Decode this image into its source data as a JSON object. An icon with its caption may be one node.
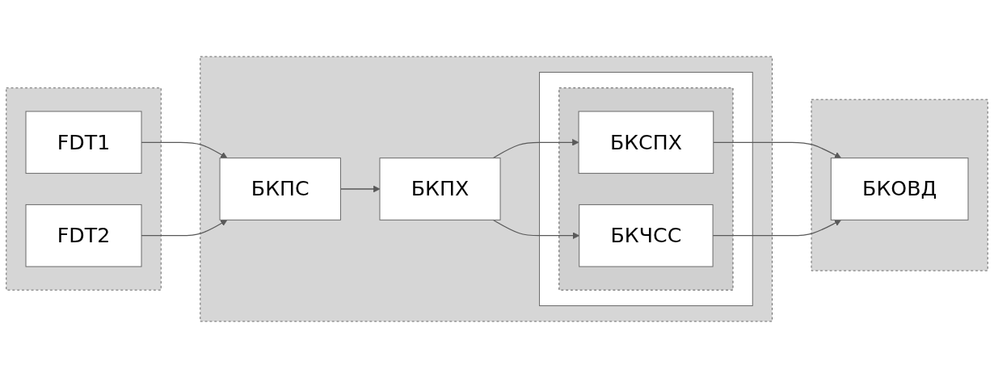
{
  "diagram": {
    "nodes": [
      {
        "text": [],
        "shape": "box"
      },
      {
        "text": [
          "FDT1"
        ],
        "in": 0
      },
      {
        "text": [
          "FDT2"
        ],
        "in": 0
      },
      {
        "text": [],
        "shape": "box"
      },
      {
        "text": [
          "БКПС"
        ],
        "in": 3
      },
      {
        "text": [
          "БКПХ"
        ],
        "in": 3
      },
      {
        "text": [],
        "shape": "box",
        "in": 3
      },
      {
        "text": [],
        "shape": "box",
        "in": 6
      },
      {
        "text": [
          "БКСПХ"
        ],
        "in": 7
      },
      {
        "text": [
          "БКЧСС"
        ],
        "in": 7
      },
      {
        "text": [],
        "shape": "box"
      },
      {
        "text": [
          "БКОВД"
        ],
        "in": 10
      }
    ],
    "edges": [
      {
        "from": 1,
        "to": 4,
        "arrow": "to"
      },
      {
        "from": 2,
        "to": 4,
        "arrow": "to"
      },
      {
        "from": 4,
        "to": 5,
        "arrow": "to"
      },
      {
        "from": 5,
        "to": 8,
        "arrow": "to"
      },
      {
        "from": 5,
        "to": 9,
        "arrow": "to"
      },
      {
        "from": 8,
        "to": 11,
        "arrow": "to"
      },
      {
        "from": 9,
        "to": 11,
        "arrow": "to"
      }
    ]
  }
}
